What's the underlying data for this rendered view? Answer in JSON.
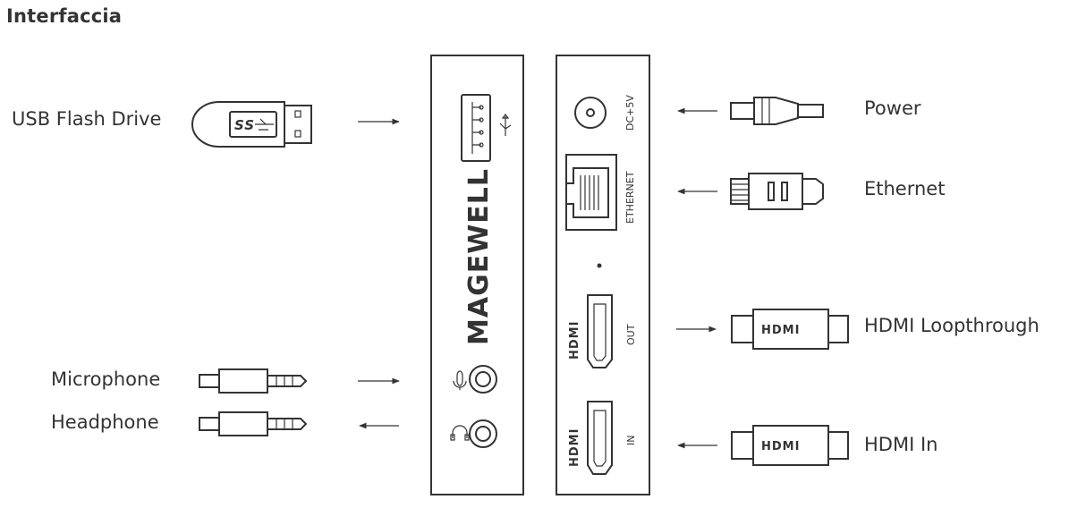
{
  "title": "Interfaccia",
  "labels": {
    "usb_flash_drive": "USB Flash Drive",
    "microphone": "Microphone",
    "headphone": "Headphone",
    "power": "Power",
    "ethernet": "Ethernet",
    "hdmi_loopthrough": "HDMI Loopthrough",
    "hdmi_in": "HDMI In"
  },
  "device": {
    "brand": "MAGEWELL",
    "port_labels": {
      "dc": "DC+5V",
      "ethernet": "ETHERNET",
      "out": "OUT",
      "in": "IN"
    },
    "usb_logo": "SS",
    "hdmi_logo": "HDMI"
  },
  "colors": {
    "stroke": "#333333",
    "background": "#ffffff"
  }
}
